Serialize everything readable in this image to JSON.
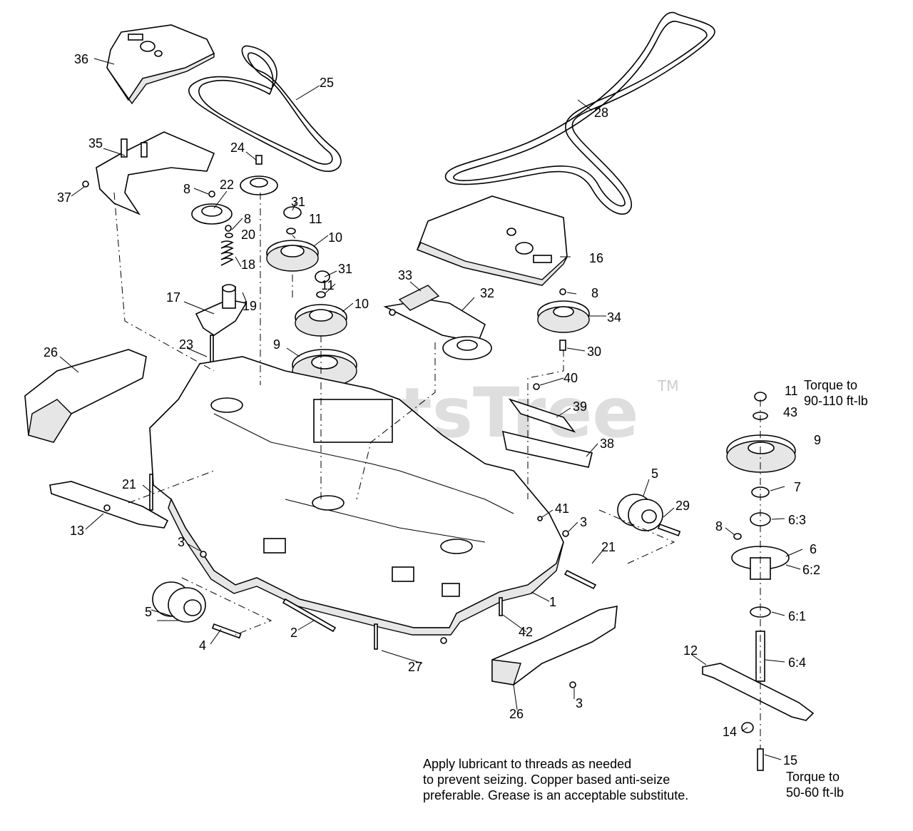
{
  "watermark": {
    "text": "PartsTree",
    "tm": "TM"
  },
  "callouts": [
    {
      "id": "36",
      "text": "36"
    },
    {
      "id": "25",
      "text": "25"
    },
    {
      "id": "28",
      "text": "28"
    },
    {
      "id": "35",
      "text": "35"
    },
    {
      "id": "24",
      "text": "24"
    },
    {
      "id": "37",
      "text": "37"
    },
    {
      "id": "8a",
      "text": "8"
    },
    {
      "id": "22",
      "text": "22"
    },
    {
      "id": "31a",
      "text": "31"
    },
    {
      "id": "8b",
      "text": "8"
    },
    {
      "id": "11a",
      "text": "11"
    },
    {
      "id": "20",
      "text": "20"
    },
    {
      "id": "10a",
      "text": "10"
    },
    {
      "id": "16",
      "text": "16"
    },
    {
      "id": "18",
      "text": "18"
    },
    {
      "id": "31b",
      "text": "31"
    },
    {
      "id": "33",
      "text": "33"
    },
    {
      "id": "11b",
      "text": "11"
    },
    {
      "id": "8c",
      "text": "8"
    },
    {
      "id": "17",
      "text": "17"
    },
    {
      "id": "32",
      "text": "32"
    },
    {
      "id": "10b",
      "text": "10"
    },
    {
      "id": "19",
      "text": "19"
    },
    {
      "id": "34",
      "text": "34"
    },
    {
      "id": "26a",
      "text": "26"
    },
    {
      "id": "23",
      "text": "23"
    },
    {
      "id": "9a",
      "text": "9"
    },
    {
      "id": "30",
      "text": "30"
    },
    {
      "id": "40",
      "text": "40"
    },
    {
      "id": "11c",
      "text": "11"
    },
    {
      "id": "39",
      "text": "39"
    },
    {
      "id": "43",
      "text": "43"
    },
    {
      "id": "38",
      "text": "38"
    },
    {
      "id": "9b",
      "text": "9"
    },
    {
      "id": "5a",
      "text": "5"
    },
    {
      "id": "21a",
      "text": "21"
    },
    {
      "id": "7",
      "text": "7"
    },
    {
      "id": "41",
      "text": "41"
    },
    {
      "id": "29",
      "text": "29"
    },
    {
      "id": "13",
      "text": "13"
    },
    {
      "id": "3a",
      "text": "3"
    },
    {
      "id": "8d",
      "text": "8"
    },
    {
      "id": "63",
      "text": "6:3"
    },
    {
      "id": "3b",
      "text": "3"
    },
    {
      "id": "6",
      "text": "6"
    },
    {
      "id": "21b",
      "text": "21"
    },
    {
      "id": "62",
      "text": "6:2"
    },
    {
      "id": "1",
      "text": "1"
    },
    {
      "id": "61",
      "text": "6:1"
    },
    {
      "id": "5b",
      "text": "5"
    },
    {
      "id": "2",
      "text": "2"
    },
    {
      "id": "42",
      "text": "42"
    },
    {
      "id": "4",
      "text": "4"
    },
    {
      "id": "12",
      "text": "12"
    },
    {
      "id": "27",
      "text": "27"
    },
    {
      "id": "64",
      "text": "6:4"
    },
    {
      "id": "3c",
      "text": "3"
    },
    {
      "id": "26b",
      "text": "26"
    },
    {
      "id": "14",
      "text": "14"
    },
    {
      "id": "15",
      "text": "15"
    }
  ],
  "notes": {
    "torque_top": [
      "Torque to",
      "90-110 ft-lb"
    ],
    "torque_bottom": [
      "Torque to",
      "50-60 ft-lb"
    ],
    "lubricant": [
      "Apply lubricant to threads as needed",
      "to prevent seizing. Copper based anti-seize",
      "preferable. Grease is an acceptable substitute."
    ]
  }
}
